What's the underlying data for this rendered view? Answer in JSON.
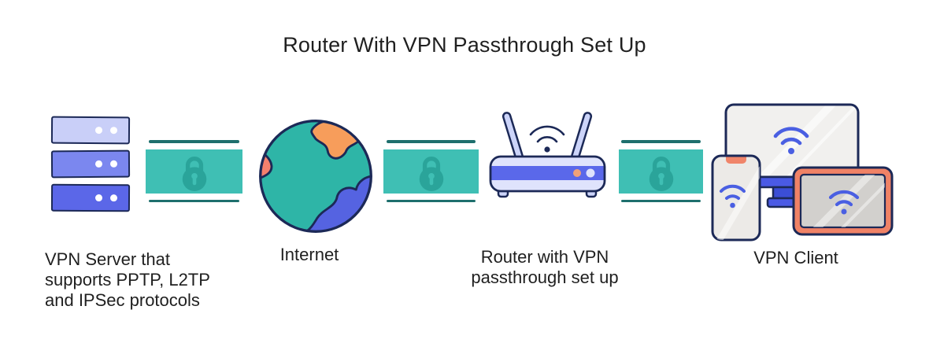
{
  "title": "Router With VPN Passthrough Set Up",
  "nodes": {
    "server": {
      "label_lines": [
        "VPN Server that",
        "supports PPTP, L2TP",
        "and IPSec protocols"
      ]
    },
    "internet": {
      "label": "Internet"
    },
    "router": {
      "label_lines": [
        "Router with VPN",
        "passthrough set up"
      ]
    },
    "client": {
      "label": "VPN Client"
    }
  },
  "links": [
    {
      "name": "server-to-internet",
      "icon": "padlock-icon"
    },
    {
      "name": "internet-to-router",
      "icon": "padlock-icon"
    },
    {
      "name": "router-to-client",
      "icon": "padlock-icon"
    }
  ],
  "colors": {
    "text-dark": "#1f1f1f",
    "outline-navy": "#1c2957",
    "band-teal": "#3fbfb4",
    "band-line-teal": "#1e6f6d",
    "lock-teal": "#2aa49a",
    "server-light": "#c9cff8",
    "server-mid": "#7b87ef",
    "server-dark": "#5b67e8",
    "globe-teal": "#2eb5a7",
    "globe-orange": "#f79d5b",
    "globe-coral": "#f4806d",
    "globe-blue": "#5563e1",
    "router-body": "#dfe3fc",
    "router-stripe": "#5a68ea",
    "router-dot-orange": "#f0a179",
    "antenna-lavender": "#ccd4f9",
    "wifi-blue": "#4a5fe2",
    "screen-gray": "#f1f0ee",
    "device-gray": "#eceae7",
    "tablet-frame": "#f08266",
    "tablet-screen": "#d2d0cd",
    "stand-blue": "#4a5ae5",
    "neck-blue": "#3b4ed6",
    "notch-orange": "#f0856a"
  }
}
